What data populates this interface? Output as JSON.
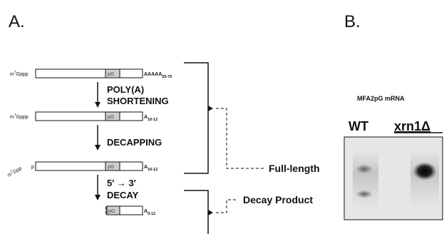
{
  "panel_a": {
    "label": "A.",
    "rows": [
      {
        "cap": "m",
        "cap_sup": "7",
        "cap_rest": "Gppp",
        "probe": "pG",
        "tail": "AAAAA",
        "tail_sub": "55-75"
      },
      {
        "cap": "m",
        "cap_sup": "7",
        "cap_rest": "Gppp",
        "probe": "pG",
        "tail": "A",
        "tail_sub": "10-12"
      },
      {
        "cap": "p",
        "probe": "pG",
        "tail": "A",
        "tail_sub": "10-12"
      },
      {
        "probe": "pG",
        "tail": "A",
        "tail_sub": "0-12"
      }
    ],
    "released_cap": {
      "cap": "m",
      "cap_sup": "7",
      "cap_rest": "Gpp"
    },
    "steps": [
      {
        "line1": "POLY(A)",
        "line2": "SHORTENING"
      },
      {
        "line1": "DECAPPING",
        "line2": ""
      },
      {
        "line1": "5' → 3'",
        "line2": "DECAY"
      }
    ],
    "bracket_labels": {
      "full_length": "Full-length",
      "decay_product": "Decay Product"
    }
  },
  "panel_b": {
    "label": "B.",
    "gel_title": "MFA2pG mRNA",
    "lanes": [
      "WT",
      "xrn1Δ"
    ]
  },
  "colors": {
    "ink": "#111111",
    "probe_fill": "#cfcfcf",
    "gel_background": "#e8e8e8"
  }
}
